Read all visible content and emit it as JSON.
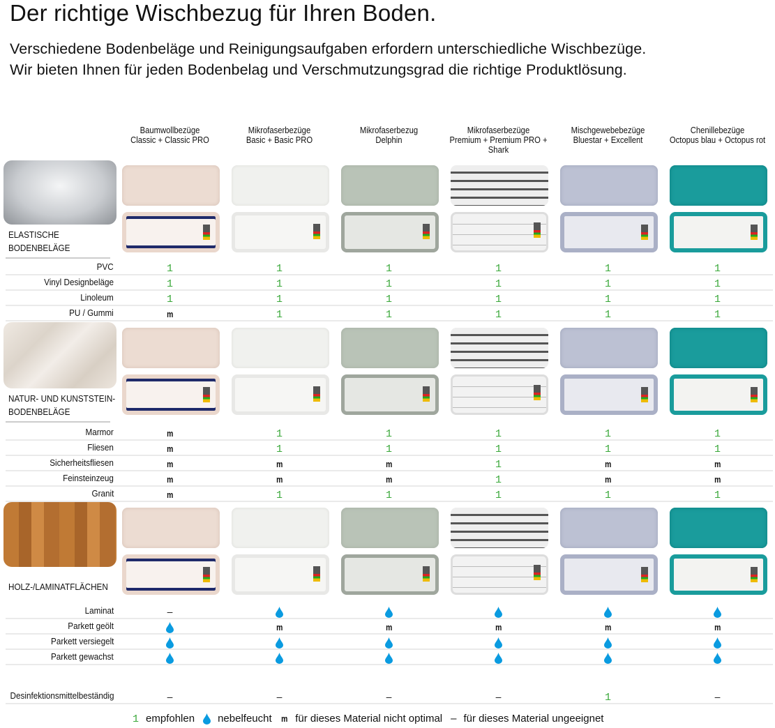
{
  "title": "Der richtige Wischbezug für Ihren Boden.",
  "subtitle": [
    "Verschiedene Bodenbeläge und Reinigungsaufgaben erfordern unterschiedliche Wischbezüge.",
    "Wir bieten Ihnen für jeden Bodenbelag und Verschmutzungsgrad die richtige Produktlösung."
  ],
  "columns": [
    [
      "Baumwollbezüge",
      "Classic + Classic PRO"
    ],
    [
      "Mikrofaserbezüge",
      "Basic + Basic PRO"
    ],
    [
      "Mikrofaserbezug",
      "Delphin"
    ],
    [
      "Mikrofaserbezüge",
      "Premium + Premium PRO +",
      "Shark"
    ],
    [
      "Mischgewebebezüge",
      "Bluestar + Excellent"
    ],
    [
      "Chenillebezüge",
      "Octopus blau + Octopus rot"
    ]
  ],
  "symbols": {
    "check": "1",
    "bad": "m",
    "dash": "–",
    "drop": "drop-icon"
  },
  "colors": {
    "check": "#3aa83a",
    "drop": "#0a9be0"
  },
  "sections": [
    {
      "label": [
        "ELASTISCHE",
        "BODENBELÄGE"
      ],
      "rows": [
        {
          "label": "PVC",
          "values": [
            "check",
            "check",
            "check",
            "check",
            "check",
            "check"
          ]
        },
        {
          "label": "Vinyl Designbeläge",
          "values": [
            "check",
            "check",
            "check",
            "check",
            "check",
            "check"
          ]
        },
        {
          "label": "Linoleum",
          "values": [
            "check",
            "check",
            "check",
            "check",
            "check",
            "check"
          ]
        },
        {
          "label": "PU / Gummi",
          "values": [
            "bad",
            "check",
            "check",
            "check",
            "check",
            "check"
          ]
        }
      ]
    },
    {
      "label": [
        "NATUR- UND KUNSTSTEIN-",
        "BODENBELÄGE"
      ],
      "rows": [
        {
          "label": "Marmor",
          "values": [
            "bad",
            "check",
            "check",
            "check",
            "check",
            "check"
          ]
        },
        {
          "label": "Fliesen",
          "values": [
            "bad",
            "check",
            "check",
            "check",
            "check",
            "check"
          ]
        },
        {
          "label": "Sicherheitsfliesen",
          "values": [
            "bad",
            "bad",
            "bad",
            "check",
            "bad",
            "bad"
          ]
        },
        {
          "label": "Feinsteinzeug",
          "values": [
            "bad",
            "bad",
            "bad",
            "check",
            "bad",
            "bad"
          ]
        },
        {
          "label": "Granit",
          "values": [
            "bad",
            "check",
            "check",
            "check",
            "check",
            "check"
          ]
        }
      ]
    },
    {
      "label": [
        "HOLZ-/LAMINATFLÄCHEN"
      ],
      "rows": [
        {
          "label": "Laminat",
          "values": [
            "dash",
            "drop",
            "drop",
            "drop",
            "drop",
            "drop"
          ]
        },
        {
          "label": "Parkett geölt",
          "values": [
            "drop",
            "bad",
            "bad",
            "bad",
            "bad",
            "bad"
          ]
        },
        {
          "label": "Parkett  versiegelt",
          "values": [
            "drop",
            "drop",
            "drop",
            "drop",
            "drop",
            "drop"
          ]
        },
        {
          "label": "Parkett gewachst",
          "values": [
            "drop",
            "drop",
            "drop",
            "drop",
            "drop",
            "drop"
          ]
        }
      ]
    }
  ],
  "extra_row": {
    "label": "Desinfektionsmittelbeständig",
    "values": [
      "dash",
      "dash",
      "dash",
      "dash",
      "check",
      "dash"
    ]
  },
  "legend": [
    {
      "symbol": "check",
      "text": "empfohlen"
    },
    {
      "symbol": "drop",
      "text": "nebelfeucht"
    },
    {
      "symbol": "bad",
      "text": "für dieses Material nicht optimal"
    },
    {
      "symbol": "dash",
      "text": "für dieses Material ungeeignet"
    }
  ]
}
